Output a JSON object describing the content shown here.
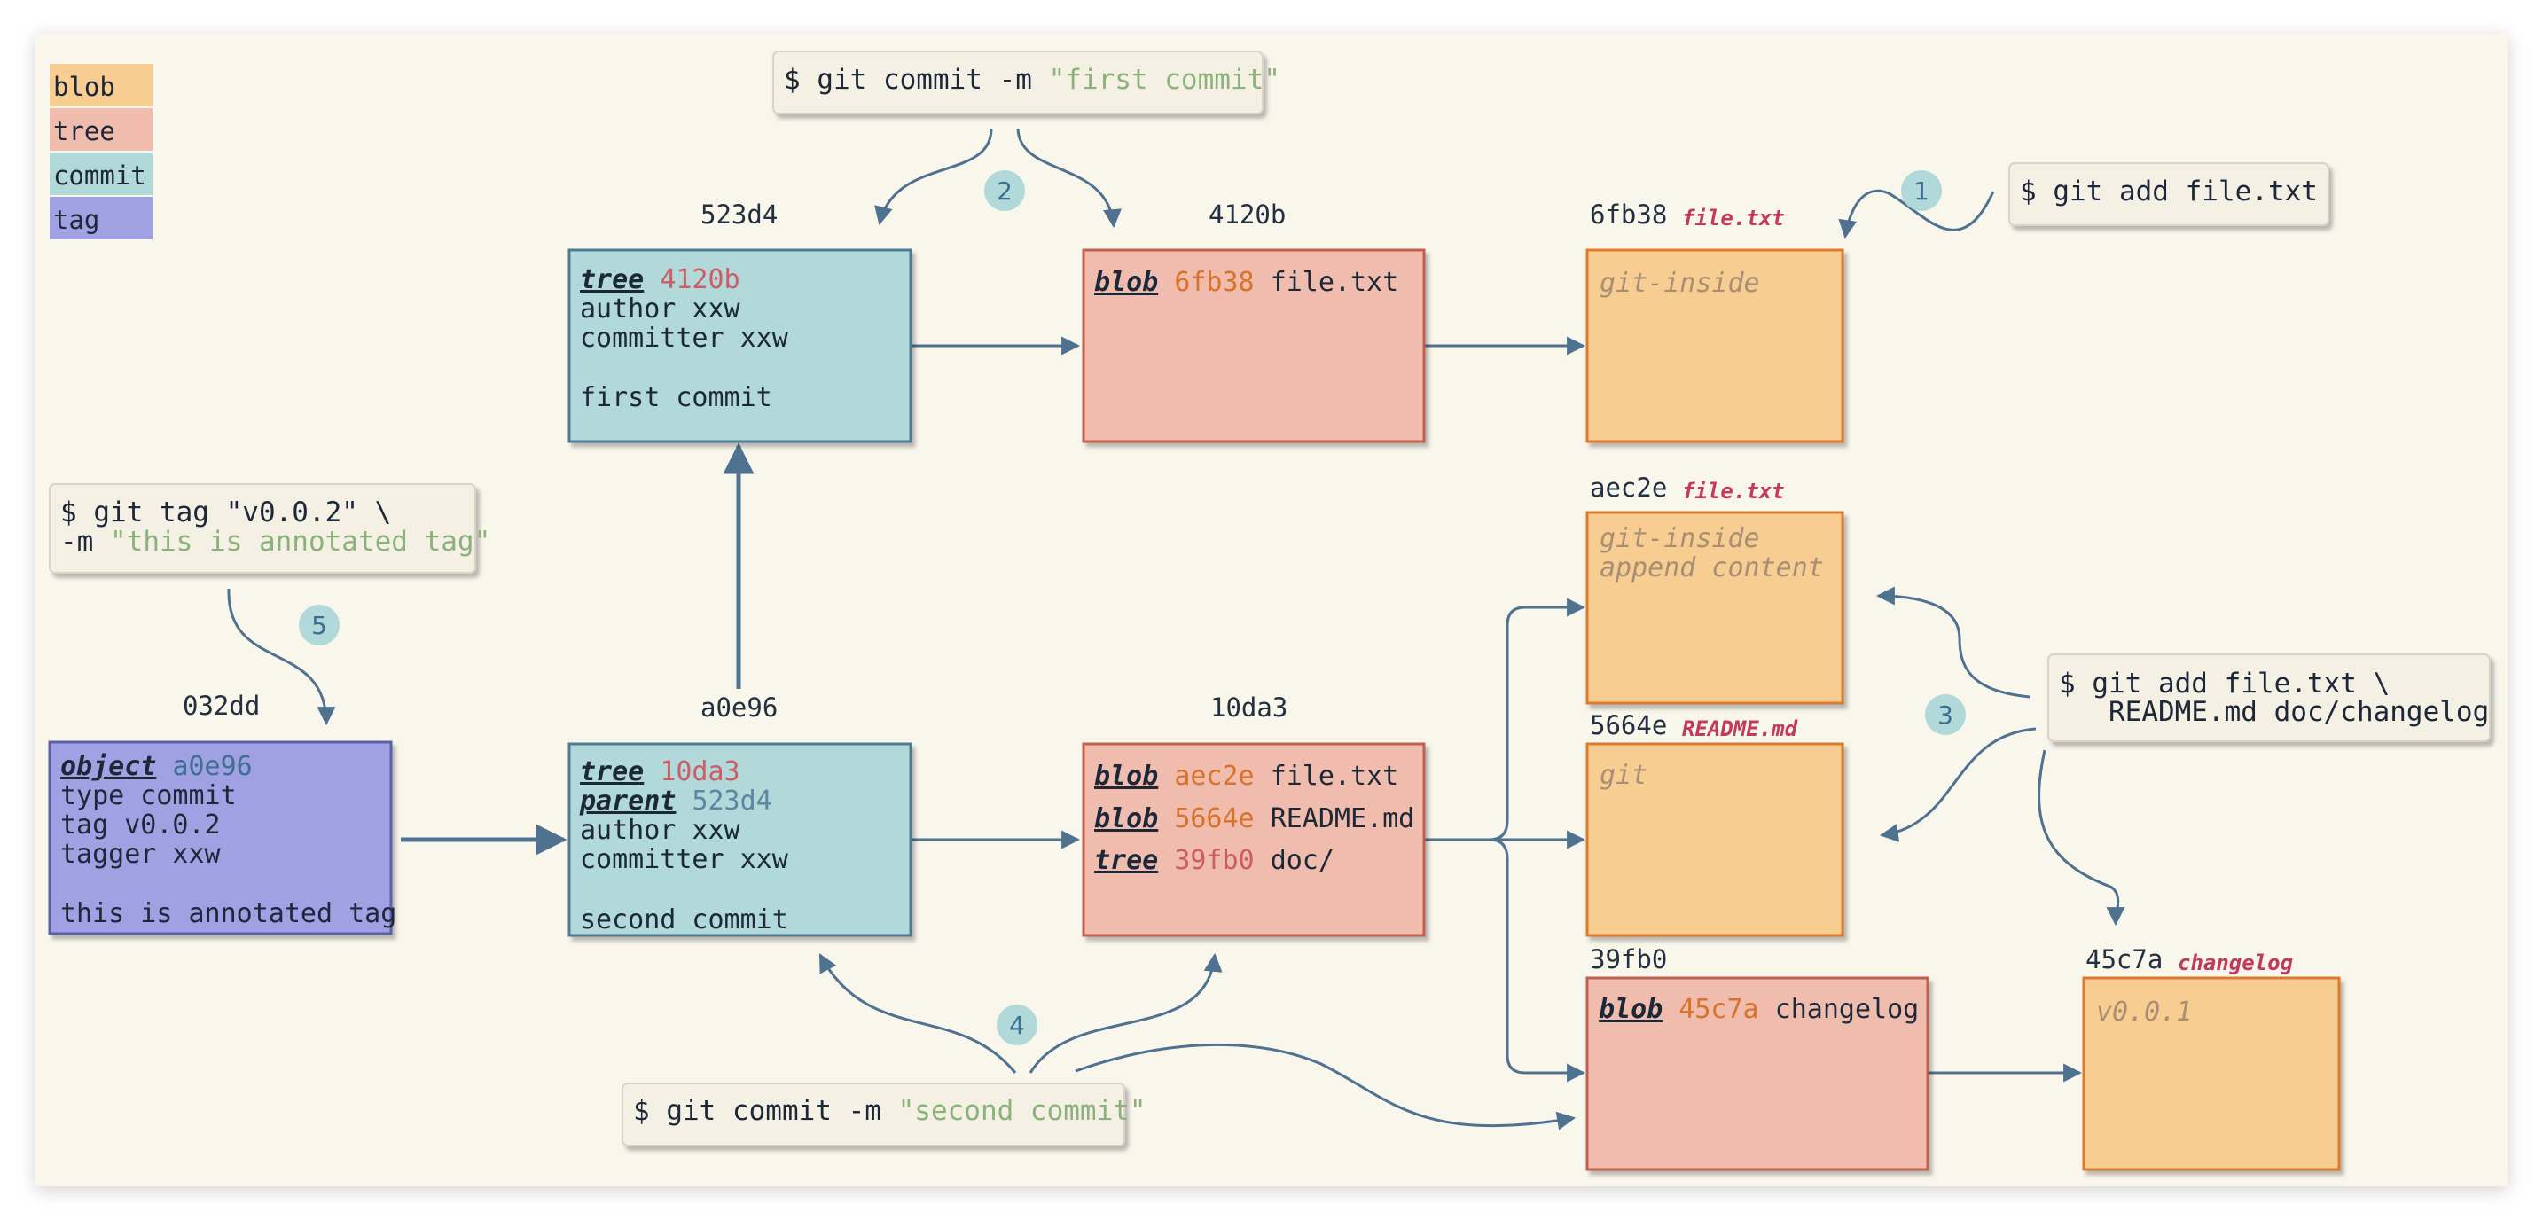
{
  "colors": {
    "background": "#f9f6ec",
    "blob": "#f7cd91",
    "tree": "#f0bcae",
    "commit": "#b1d9da",
    "tag": "#9fa1e3",
    "arrow": "#4f7291",
    "string": "#8ab27a",
    "hash_blob": "#d9722b",
    "hash_tree": "#cd5c64",
    "hash_commit": "#5c86a3",
    "filename": "#c23a5c",
    "content": "#a88f74"
  },
  "legend": [
    {
      "label": "blob",
      "type": "blob"
    },
    {
      "label": "tree",
      "type": "tree"
    },
    {
      "label": "commit",
      "type": "commit"
    },
    {
      "label": "tag",
      "type": "tag"
    }
  ],
  "objects": {
    "commit1": {
      "label": "523d4",
      "lines": [
        {
          "kw": "tree",
          "hash": "4120b"
        },
        {
          "text": "author xxw"
        },
        {
          "text": "committer xxw"
        },
        {
          "text": ""
        },
        {
          "text": "first commit"
        }
      ]
    },
    "tree1": {
      "label": "4120b",
      "lines": [
        {
          "kw": "blob",
          "hash": "6fb38",
          "name": "file.txt"
        }
      ]
    },
    "blob1": {
      "label": "6fb38",
      "file": "file.txt",
      "content": [
        "git-inside"
      ]
    },
    "blob2": {
      "label": "aec2e",
      "file": "file.txt",
      "content": [
        "git-inside",
        "append content"
      ]
    },
    "blob3": {
      "label": "5664e",
      "file": "README.md",
      "content": [
        "git"
      ]
    },
    "tree3": {
      "label": "39fb0",
      "lines": [
        {
          "kw": "blob",
          "hash": "45c7a",
          "name": "changelog"
        }
      ]
    },
    "blob4": {
      "label": "45c7a",
      "file": "changelog",
      "content": [
        "v0.0.1"
      ]
    },
    "commit2": {
      "label": "a0e96",
      "lines": [
        {
          "kw": "tree",
          "hash": "10da3"
        },
        {
          "kw": "parent",
          "hash": "523d4"
        },
        {
          "text": "author xxw"
        },
        {
          "text": "committer xxw"
        },
        {
          "text": ""
        },
        {
          "text": "second commit"
        }
      ]
    },
    "tree2": {
      "label": "10da3",
      "lines": [
        {
          "kw": "blob",
          "hash": "aec2e",
          "name": "file.txt"
        },
        {
          "kw": "blob",
          "hash": "5664e",
          "name": "README.md"
        },
        {
          "kw": "tree",
          "hash": "39fb0",
          "name": "doc/"
        }
      ]
    },
    "tag1": {
      "label": "032dd",
      "lines": [
        {
          "kw": "object",
          "hash": "a0e96"
        },
        {
          "text": "type commit"
        },
        {
          "text": "tag v0.0.2"
        },
        {
          "text": "tagger xxw"
        },
        {
          "text": ""
        },
        {
          "text": "this is annotated tag"
        }
      ]
    }
  },
  "commands": {
    "first_commit": {
      "cmd": "$ git commit -m ",
      "str": "\"first commit\""
    },
    "add_file": {
      "cmd": "$ git add file.txt"
    },
    "tag": {
      "line1": "$ git tag \"v0.0.2\" \\",
      "line2_cmd": "-m ",
      "line2_str": "\"this is annotated tag\""
    },
    "add_many": {
      "line1": "$ git add file.txt \\",
      "line2": "   README.md doc/changelog"
    },
    "second_commit": {
      "cmd": "$ git commit -m ",
      "str": "\"second commit\""
    }
  },
  "steps": [
    "1",
    "2",
    "3",
    "4",
    "5"
  ]
}
